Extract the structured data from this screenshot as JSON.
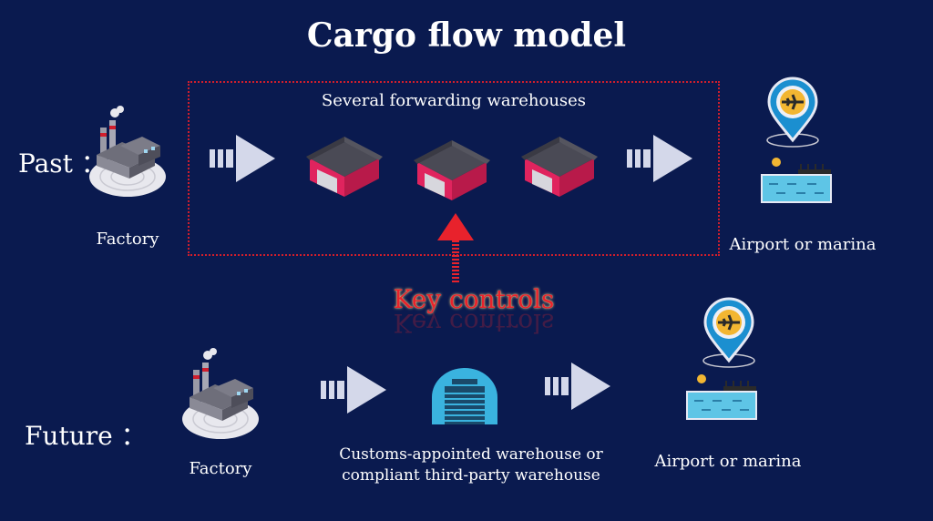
{
  "title": "Cargo flow model",
  "past": {
    "label": "Past ：",
    "factory_label": "Factory",
    "box_caption": "Several forwarding warehouses",
    "destination_label": "Airport or marina"
  },
  "key_controls": "Key controls",
  "future": {
    "label": "Future ：",
    "factory_label": "Factory",
    "warehouse_line1": "Customs-appointed warehouse or",
    "warehouse_line2": "compliant third-party warehouse",
    "destination_label": "Airport or marina"
  },
  "colors": {
    "background": "#0a1a4f",
    "arrow": "#d4d8ea",
    "warehouse_red": "#e0245e",
    "key_red": "#e8222c",
    "pin_blue": "#1b8fd0",
    "water": "#5ec5e6",
    "future_warehouse": "#3ab3df"
  }
}
